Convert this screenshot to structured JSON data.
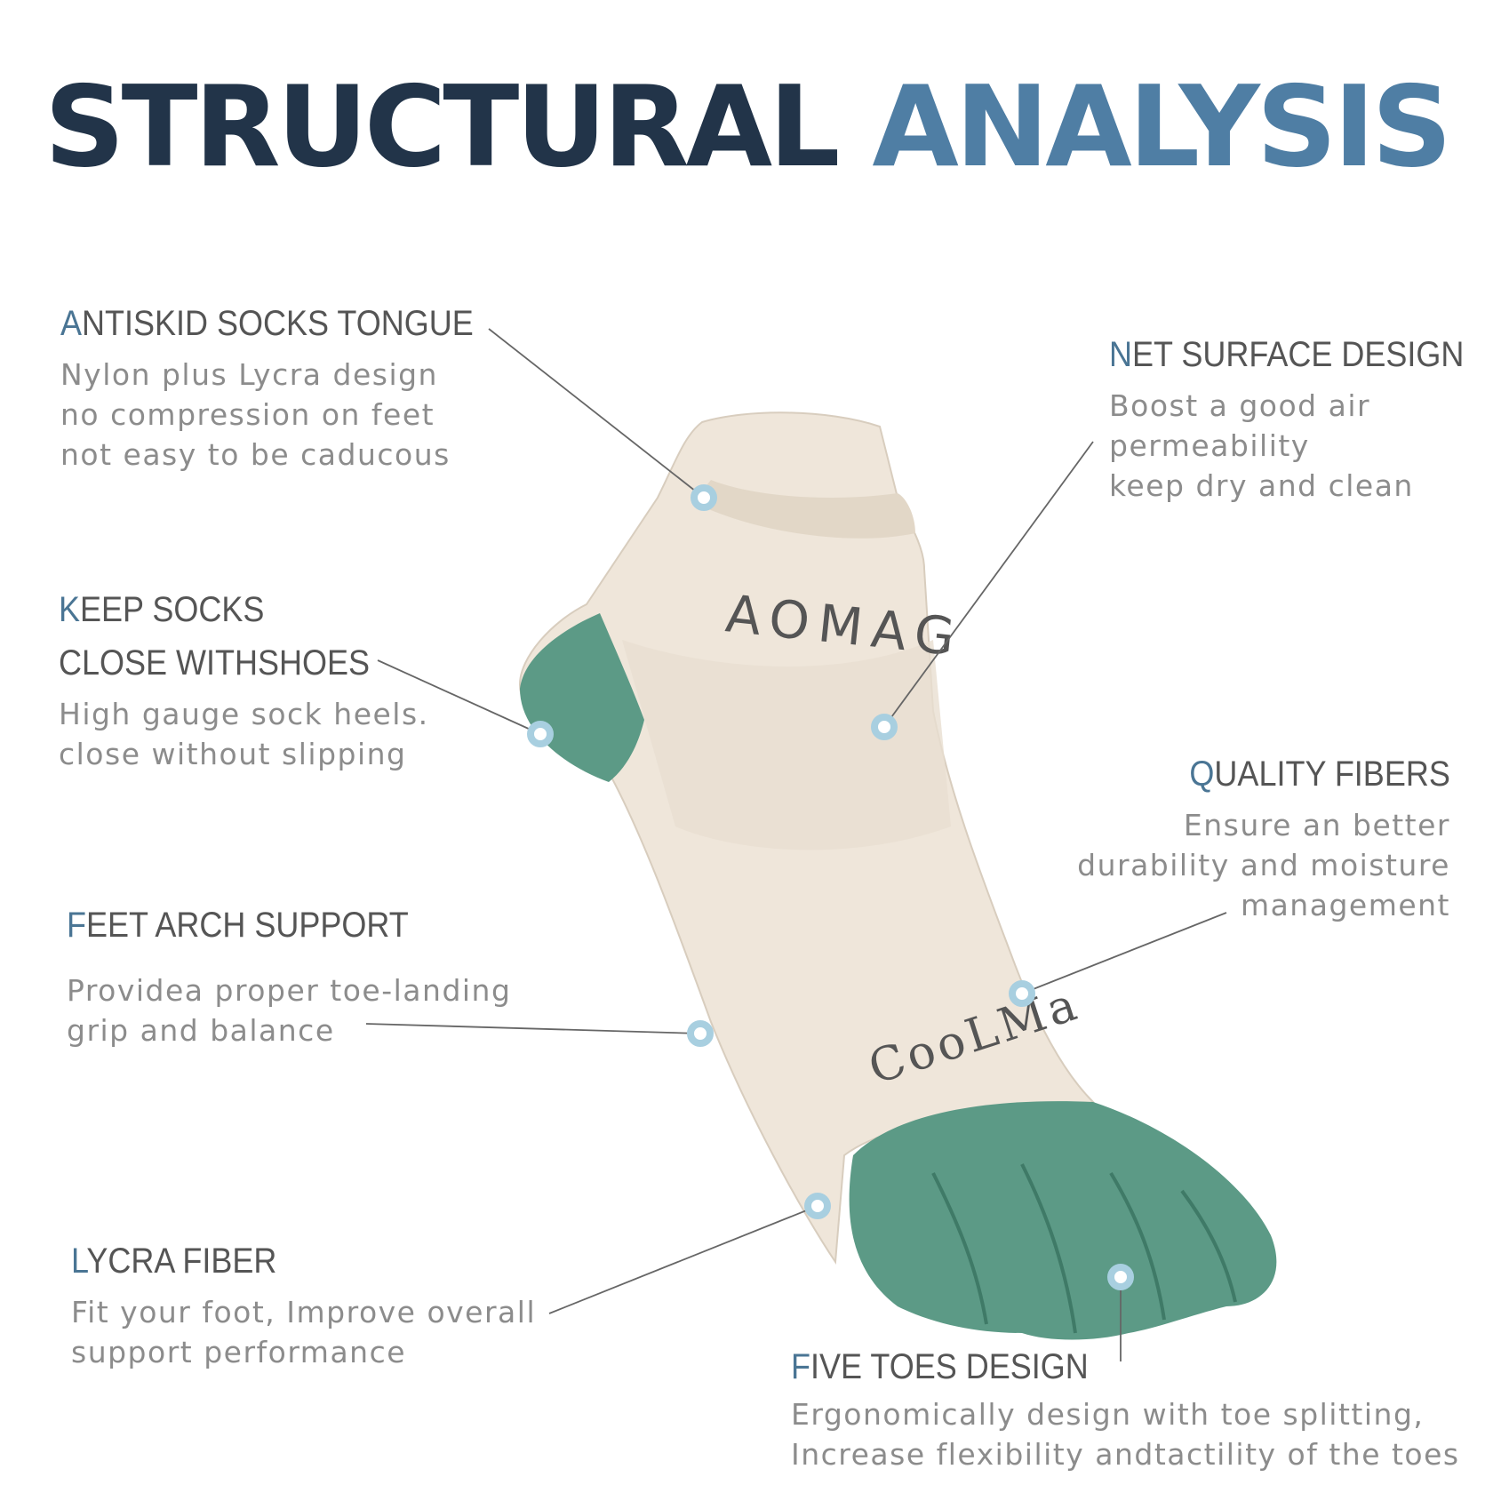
{
  "title": {
    "part1": "STRUCTURAL",
    "part2": "ANALYSIS"
  },
  "colors": {
    "title_dark": "#223449",
    "title_accent": "#4f7ea4",
    "sock_beige": "#efe6da",
    "sock_green": "#5c9a86",
    "heading_initial": "#4a7594"
  },
  "sock_print": {
    "brand": "AOMAG",
    "cuff_text": "CooLMa"
  },
  "features": {
    "antiskid": {
      "initial": "A",
      "rest": "NTISKID SOCKS TONGUE",
      "desc": "Nylon plus Lycra design\nno compression on feet\nnot easy to be caducous"
    },
    "net": {
      "initial": "N",
      "rest": "ET SURFACE DESIGN",
      "desc": "Boost a good air\npermeability\nkeep dry and clean"
    },
    "keep": {
      "initial": "K",
      "rest_line1": "EEP SOCKS",
      "line2": "CLOSE WITHSHOES",
      "desc": "High gauge sock heels.\nclose without slipping"
    },
    "quality": {
      "initial": "Q",
      "rest": "UALITY FIBERS",
      "desc": "Ensure an better\ndurability and moisture\nmanagement"
    },
    "arch": {
      "initial": "F",
      "rest": "EET ARCH SUPPORT",
      "desc": "Providea proper toe-landing\ngrip and balance"
    },
    "lycra": {
      "initial": "L",
      "rest": "YCRA FIBER",
      "desc": "Fit your foot, Improve overall\nsupport performance"
    },
    "toes": {
      "initial": "F",
      "rest": "IVE TOES DESIGN",
      "desc": "Ergonomically design with toe splitting,\nIncrease flexibility andtactility of the toes"
    }
  }
}
